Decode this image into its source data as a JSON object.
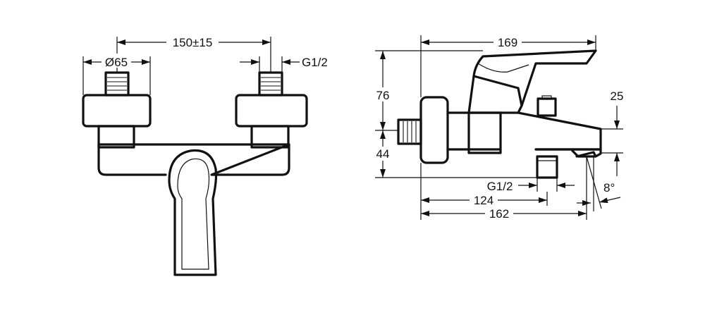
{
  "drawing": {
    "front_view": {
      "dim_spacing": "150±15",
      "dim_diameter": "Ø65",
      "dim_thread": "G1/2"
    },
    "side_view": {
      "dim_length_top": "169",
      "dim_height_total": "76",
      "dim_height_lower": "44",
      "dim_spout_height": "25",
      "dim_thread": "G1/2",
      "dim_outlet_distance": "124",
      "dim_length_bottom": "162",
      "dim_angle": "8°"
    },
    "colors": {
      "line": "#111111",
      "background": "#ffffff"
    }
  }
}
